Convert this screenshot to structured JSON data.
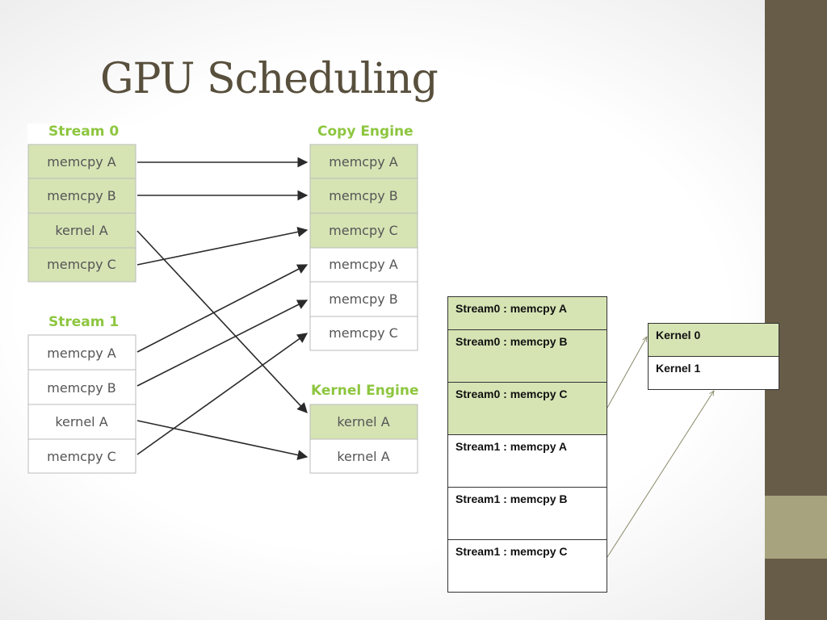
{
  "slide": {
    "title": "GPU Scheduling"
  },
  "diagram": {
    "stream0": {
      "header": "Stream 0",
      "cells": [
        "memcpy A",
        "memcpy B",
        "kernel A",
        "memcpy C"
      ]
    },
    "stream1": {
      "header": "Stream 1",
      "cells": [
        "memcpy A",
        "memcpy B",
        "kernel A",
        "memcpy C"
      ]
    },
    "copy_engine": {
      "header": "Copy Engine",
      "cells": [
        "memcpy A",
        "memcpy B",
        "memcpy C",
        "memcpy A",
        "memcpy B",
        "memcpy C"
      ]
    },
    "kernel_engine": {
      "header": "Kernel Engine",
      "cells": [
        "kernel A",
        "kernel A"
      ]
    }
  },
  "schedule_table": {
    "rows": [
      "Stream0 : memcpy A",
      "Stream0 : memcpy B",
      "Stream0 : memcpy C",
      "Stream1 : memcpy A",
      "Stream1 : memcpy B",
      "Stream1 : memcpy  C"
    ]
  },
  "kernel_table": {
    "rows": [
      "Kernel  0",
      "Kernel 1"
    ]
  },
  "colors": {
    "sidebar": "#675c47",
    "sidebar_accent": "#a7a37e",
    "title": "#584f3c",
    "header_green": "#8dc63f",
    "cell_green": "#d6e4b4",
    "table_green": "#d6e4b4",
    "connector": "#8a8a6a"
  }
}
